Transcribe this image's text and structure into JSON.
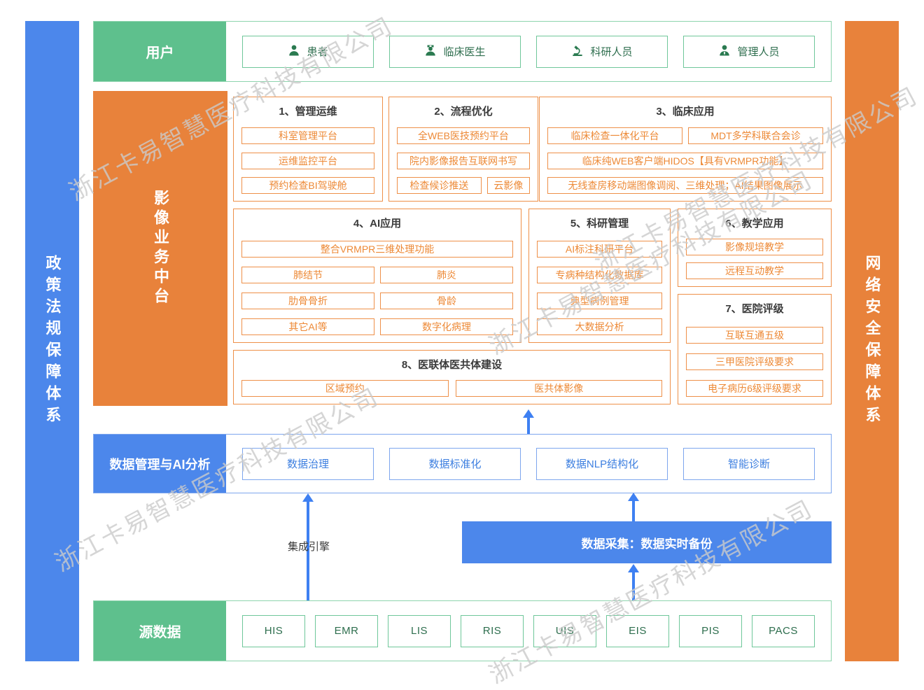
{
  "watermark_text": "浙江卡易智慧医疗科技有限公司",
  "colors": {
    "green": "#5ec08d",
    "orange": "#e8823b",
    "blue": "#4c87eb",
    "orange_line": "#ee9049",
    "arrow_blue": "#3e80f2"
  },
  "left_bar": {
    "label": "政策法规保障体系"
  },
  "right_bar": {
    "label": "网络安全保障体系"
  },
  "user_row": {
    "label": "用户",
    "items": [
      {
        "icon": "patient-icon",
        "label": "患者"
      },
      {
        "icon": "doctor-icon",
        "label": "临床医生"
      },
      {
        "icon": "microscope-icon",
        "label": "科研人员"
      },
      {
        "icon": "admin-icon",
        "label": "管理人员"
      }
    ]
  },
  "platform": {
    "label": "影像业务中台",
    "sections": [
      {
        "title": "1、管理运维",
        "items": [
          "科室管理平台",
          "运维监控平台",
          "预约检查BI驾驶舱"
        ]
      },
      {
        "title": "2、流程优化",
        "items": [
          "全WEB医技预约平台",
          "院内影像报告互联网书写",
          "检查候诊推送",
          "云影像"
        ]
      },
      {
        "title": "3、临床应用",
        "items": [
          "临床检查一体化平台",
          "MDT多学科联合会诊",
          "临床纯WEB客户端HIDOS【具有VRMPR功能】",
          "无线查房移动端图像调阅、三维处理；AI结果图像展示"
        ]
      },
      {
        "title": "4、AI应用",
        "items": [
          "整合VRMPR三维处理功能",
          "肺结节",
          "肺炎",
          "肋骨骨折",
          "骨龄",
          "其它AI等",
          "数字化病理"
        ]
      },
      {
        "title": "5、科研管理",
        "items": [
          "AI标注科研平台",
          "专病种结构化数据库",
          "典型病例管理",
          "大数据分析"
        ]
      },
      {
        "title": "6、教学应用",
        "items": [
          "影像规培教学",
          "远程互动教学"
        ]
      },
      {
        "title": "7、医院评级",
        "items": [
          "互联互通五级",
          "三甲医院评级要求",
          "电子病历6级评级要求"
        ]
      },
      {
        "title": "8、医联体医共体建设",
        "items": [
          "区域预约",
          "医共体影像"
        ]
      }
    ]
  },
  "data_mgmt": {
    "label": "数据管理与AI分析",
    "items": [
      "数据治理",
      "数据标准化",
      "数据NLP结构化",
      "智能诊断"
    ]
  },
  "integration": {
    "engine_label": "集成引擎",
    "collection_label": "数据采集：数据实时备份"
  },
  "source_row": {
    "label": "源数据",
    "items": [
      "HIS",
      "EMR",
      "LIS",
      "RIS",
      "UIS",
      "EIS",
      "PIS",
      "PACS"
    ]
  }
}
